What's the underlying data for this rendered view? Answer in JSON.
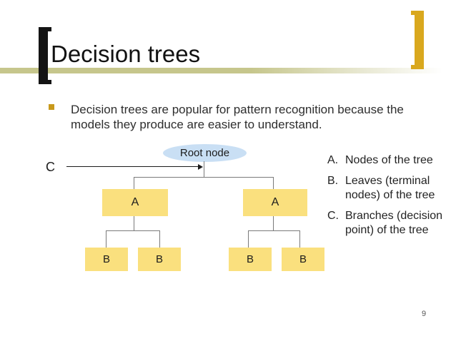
{
  "slide": {
    "title": "Decision trees",
    "page_number": "9",
    "bullet": {
      "lines": [
        "Decision trees are popular for pattern recognition because the",
        "models they produce are easier to understand."
      ]
    },
    "diagram": {
      "root_label": "Root node",
      "branch_pointer_label": "C",
      "nodes_level1": [
        "A",
        "A"
      ],
      "nodes_level2": [
        "B",
        "B",
        "B",
        "B"
      ]
    },
    "legend": [
      {
        "marker": "A.",
        "lines": [
          "Nodes of the tree",
          ""
        ]
      },
      {
        "marker": "B.",
        "lines": [
          "Leaves (terminal",
          "nodes) of the tree"
        ]
      },
      {
        "marker": "C.",
        "lines": [
          "Branches (decision",
          "point) of the tree"
        ]
      }
    ],
    "colors": {
      "title_text": "#111111",
      "accent_gold": "#d9a81e",
      "bullet_square": "#c8991c",
      "band_khaki": "#c6c68c",
      "node_yellow": "#fae07e",
      "root_blue": "#c9dff4",
      "tree_line": "#7a7a7a",
      "arrow_line": "#1c1c1c"
    }
  }
}
